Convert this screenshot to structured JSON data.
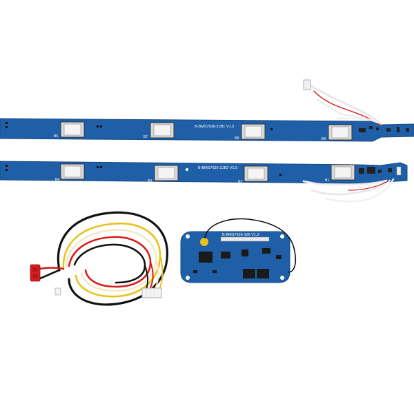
{
  "strip_top": {
    "label": "B-BMS7636-ZJB1 V1.5",
    "pads": [
      "B6",
      "B7",
      "B8",
      "B9"
    ]
  },
  "strip_bottom": {
    "label": "B-BMS7636-ZJB2 V1.5",
    "pads": [
      "B4",
      "B3",
      "B2",
      "B1"
    ]
  },
  "main_board": {
    "label": "B-BMS7636-105 V1.3"
  },
  "colors": {
    "pcb": "#1f5fa8",
    "pcb_edge": "#174b86",
    "silkscreen": "#ffffff",
    "pad": "#e8e8e8",
    "wire_red": "#d61f1f",
    "wire_black": "#111111",
    "wire_yellow": "#e8c21a",
    "wire_white": "#f2f2f2"
  }
}
